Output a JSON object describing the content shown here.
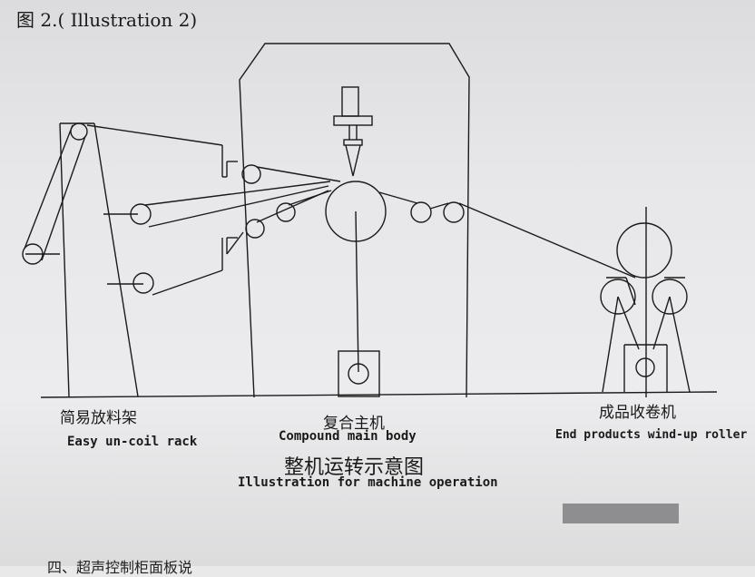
{
  "figure_label": "图 2.( Illustration 2)",
  "sections": {
    "uncoil": {
      "zh": "简易放料架",
      "en": "Easy un-coil rack"
    },
    "main_body": {
      "zh": "复合主机",
      "en": "Compound main body"
    },
    "winder": {
      "zh": "成品收卷机",
      "en": "End products wind-up roller"
    }
  },
  "caption": {
    "zh": "整机运转示意图",
    "en": "Illustration for machine operation"
  },
  "bottom_text": "四、超声控制柜面板说"
}
